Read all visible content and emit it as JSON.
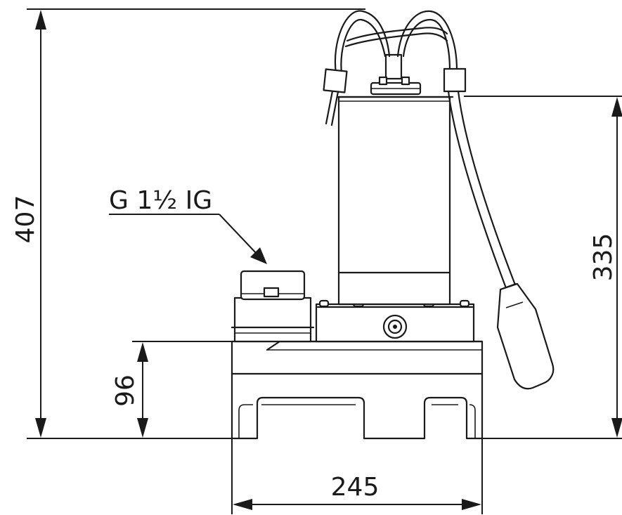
{
  "dimensions": {
    "total_height": "407",
    "body_height": "335",
    "base_height": "96",
    "base_width": "245"
  },
  "connection_label": "G 1½ IG"
}
